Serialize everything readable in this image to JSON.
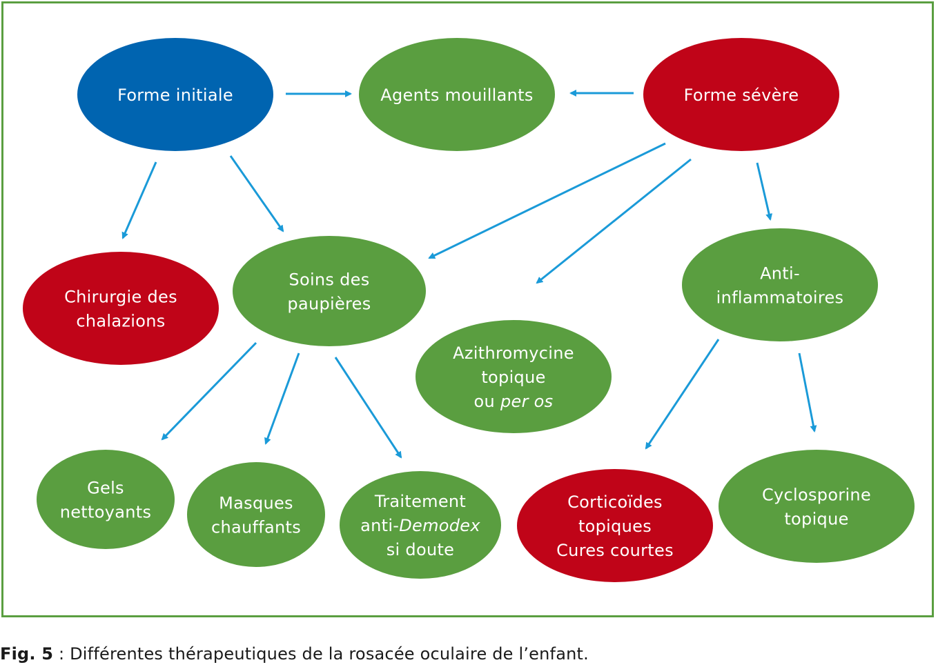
{
  "colors": {
    "blue": "#0064b0",
    "green": "#5a9e40",
    "red": "#c00418",
    "arrow": "#1a9ad8",
    "frame": "#5a9e40"
  },
  "nodes": [
    {
      "id": "forme-initiale",
      "color": "blue",
      "lines": [
        [
          {
            "t": "Forme initiale"
          }
        ]
      ]
    },
    {
      "id": "agents-mouillants",
      "color": "green",
      "lines": [
        [
          {
            "t": "Agents mouillants"
          }
        ]
      ]
    },
    {
      "id": "forme-severe",
      "color": "red",
      "lines": [
        [
          {
            "t": "Forme sévère"
          }
        ]
      ]
    },
    {
      "id": "chirurgie-chalazions",
      "color": "red",
      "lines": [
        [
          {
            "t": "Chirurgie des"
          }
        ],
        [
          {
            "t": "chalazions"
          }
        ]
      ]
    },
    {
      "id": "soins-paupieres",
      "color": "green",
      "lines": [
        [
          {
            "t": "Soins des"
          }
        ],
        [
          {
            "t": "paupières"
          }
        ]
      ]
    },
    {
      "id": "azithromycine",
      "color": "green",
      "lines": [
        [
          {
            "t": "Azithromycine"
          }
        ],
        [
          {
            "t": "topique"
          }
        ],
        [
          {
            "t": "ou "
          },
          {
            "t": "per os",
            "i": true
          }
        ]
      ]
    },
    {
      "id": "anti-inflammatoires",
      "color": "green",
      "lines": [
        [
          {
            "t": "Anti-"
          }
        ],
        [
          {
            "t": "inflammatoires"
          }
        ]
      ]
    },
    {
      "id": "gels-nettoyants",
      "color": "green",
      "lines": [
        [
          {
            "t": "Gels"
          }
        ],
        [
          {
            "t": "nettoyants"
          }
        ]
      ]
    },
    {
      "id": "masques-chauffants",
      "color": "green",
      "lines": [
        [
          {
            "t": "Masques"
          }
        ],
        [
          {
            "t": "chauffants"
          }
        ]
      ]
    },
    {
      "id": "traitement-anti-demodex",
      "color": "green",
      "lines": [
        [
          {
            "t": "Traitement"
          }
        ],
        [
          {
            "t": "anti-"
          },
          {
            "t": "Demodex",
            "i": true
          }
        ],
        [
          {
            "t": "si doute"
          }
        ]
      ]
    },
    {
      "id": "corticoides-topiques",
      "color": "red",
      "lines": [
        [
          {
            "t": "Corticoïdes"
          }
        ],
        [
          {
            "t": "topiques"
          }
        ],
        [
          {
            "t": "Cures courtes"
          }
        ]
      ]
    },
    {
      "id": "cyclosporine-topique",
      "color": "green",
      "lines": [
        [
          {
            "t": "Cyclosporine"
          }
        ],
        [
          {
            "t": "topique"
          }
        ]
      ]
    }
  ],
  "edges": [
    {
      "from": "forme-initiale",
      "to": "agents-mouillants"
    },
    {
      "from": "forme-severe",
      "to": "agents-mouillants"
    },
    {
      "from": "forme-initiale",
      "to": "chirurgie-chalazions"
    },
    {
      "from": "forme-initiale",
      "to": "soins-paupieres"
    },
    {
      "from": "forme-severe",
      "to": "soins-paupieres"
    },
    {
      "from": "forme-severe",
      "to": "azithromycine"
    },
    {
      "from": "forme-severe",
      "to": "anti-inflammatoires"
    },
    {
      "from": "soins-paupieres",
      "to": "gels-nettoyants"
    },
    {
      "from": "soins-paupieres",
      "to": "masques-chauffants"
    },
    {
      "from": "soins-paupieres",
      "to": "traitement-anti-demodex"
    },
    {
      "from": "anti-inflammatoires",
      "to": "corticoides-topiques"
    },
    {
      "from": "anti-inflammatoires",
      "to": "cyclosporine-topique"
    }
  ],
  "caption": {
    "label": "Fig. 5",
    "text": " : Différentes thérapeutiques de la rosacée oculaire de l’enfant."
  }
}
